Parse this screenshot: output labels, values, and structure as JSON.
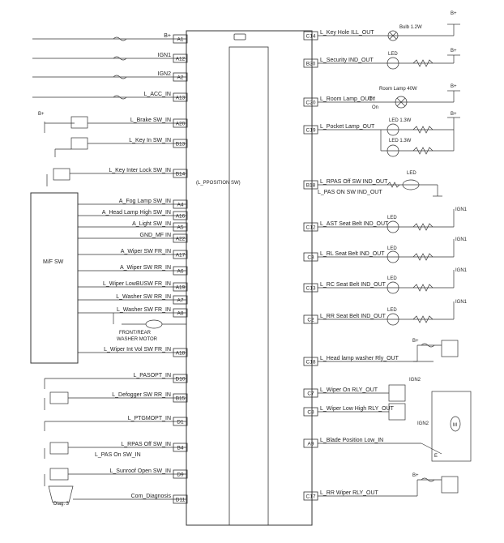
{
  "diagram": {
    "left_pins": [
      {
        "pin": "A1",
        "label": "B+"
      },
      {
        "pin": "A12",
        "label": "IGN1"
      },
      {
        "pin": "A2",
        "label": "IGN2"
      },
      {
        "pin": "A13",
        "label": "L_ACC_IN"
      },
      {
        "pin": "A20",
        "label": "L_Brake SW_IN"
      },
      {
        "pin": "B13",
        "label": "L_Key In SW_IN"
      },
      {
        "pin": "B14",
        "label": "L_Key Inter Lock SW_IN"
      },
      {
        "pin": "A4",
        "label": "A_Fog Lamp SW_IN"
      },
      {
        "pin": "A16",
        "label": "A_Head Lamp High SW_IN"
      },
      {
        "pin": "A5",
        "label": "A_Light SW_IN"
      },
      {
        "pin": "A22",
        "label": "GND_MF IN"
      },
      {
        "pin": "A17",
        "label": "A_Wiper SW FR_IN"
      },
      {
        "pin": "A6",
        "label": "A_Wiper SW RR_IN"
      },
      {
        "pin": "A19",
        "label": "L_Wiper LowBUSW FR_IN"
      },
      {
        "pin": "A7",
        "label": "L_Washer SW RR_IN"
      },
      {
        "pin": "A8",
        "label": "L_Washer SW FR_IN"
      },
      {
        "pin": "A18",
        "label": "L_Wiper Int Vol SW FR_IN"
      },
      {
        "pin": "D10",
        "label": "L_PASOPT_IN"
      },
      {
        "pin": "B15",
        "label": "L_Defogger SW RR_IN"
      },
      {
        "pin": "D1",
        "label": "L_PTGMOPT_IN"
      },
      {
        "pin": "B4",
        "label": "L_RPAS Off SW_IN"
      },
      {
        "pin": "D9",
        "label": "L_Sunroof Open SW_IN"
      },
      {
        "pin": "D11",
        "label": "Com_Diagnosis"
      }
    ],
    "left_sublabels": {
      "key_interlock_sub": "(L_PPOSITION SW)",
      "pas_on": "L_PAS On SW_IN"
    },
    "right_pins": [
      {
        "pin": "C14",
        "label": "L_Key Hole ILL_OUT"
      },
      {
        "pin": "B20",
        "label": "L_Security IND_OUT"
      },
      {
        "pin": "C20",
        "label": "L_Room Lamp_OUT"
      },
      {
        "pin": "C19",
        "label": "L_Pocket Lamp_OUT"
      },
      {
        "pin": "B18",
        "label": "L_RPAS Off SW IND_OUT"
      },
      {
        "pin": "C12",
        "label": "L_AST Seat Belt IND_OUT"
      },
      {
        "pin": "C3",
        "label": "L_RL Seat Belt IND_OUT"
      },
      {
        "pin": "C13",
        "label": "L_RC Seat Belt IND_OUT"
      },
      {
        "pin": "C2",
        "label": "L_RR Seat Belt IND_OUT"
      },
      {
        "pin": "C18",
        "label": "L_Head lamp washer Rly_OUT"
      },
      {
        "pin": "C7",
        "label": "L_Wiper On RLY_OUT"
      },
      {
        "pin": "C8",
        "label": "L_Wiper Low High RLY_OUT"
      },
      {
        "pin": "A9",
        "label": "L_Blade Position Low_IN"
      },
      {
        "pin": "C17",
        "label": "L_RR Wiper RLY_OUT"
      }
    ],
    "right_sublabels": {
      "pas_on_ind": "L_PAS ON SW IND_OUT"
    },
    "annotations": {
      "mf_sw": "M/F SW",
      "washer_motor": "FRONT/REAR\nWASHER MOTOR",
      "bulb": "Bulb 1.2W",
      "led": "LED",
      "room_lamp": "Room Lamp 40W",
      "off": "Off",
      "on": "On",
      "pocket_led1": "LED 1.3W",
      "pocket_led2": "LED 1.3W",
      "bplus": "B+",
      "ign1": "IGN1",
      "ign2": "IGN2",
      "diag_box": "Diag. 3",
      "motor_m": "M",
      "relay_e": "E"
    },
    "colors": {
      "line": "#333333",
      "background": "#ffffff"
    }
  }
}
